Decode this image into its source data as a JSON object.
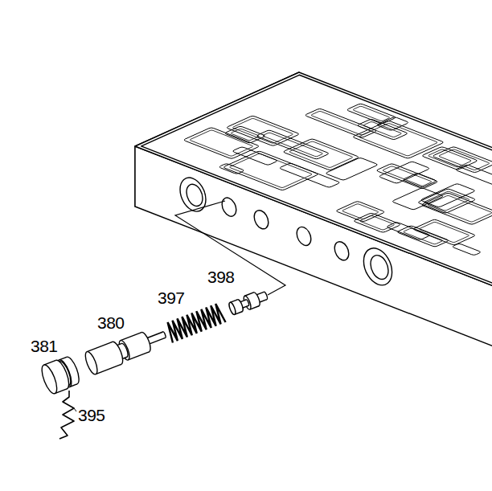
{
  "diagram": {
    "labels": [
      "398",
      "397",
      "380",
      "381",
      "395"
    ]
  }
}
